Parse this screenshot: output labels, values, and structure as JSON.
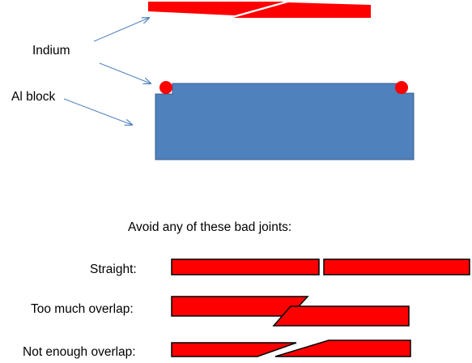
{
  "labels": {
    "indium": "Indium",
    "al_block": "Al block",
    "heading": "Avoid any of these bad joints:",
    "straight": "Straight:",
    "too_much_overlap": "Too much overlap:",
    "not_enough_overlap": "Not enough overlap:"
  },
  "colors": {
    "indium": "#ff0000",
    "outline": "#000000",
    "block_fill": "#4f81bd",
    "block_stroke": "#385d8a",
    "arrow": "#4f81bd",
    "text": "#000000",
    "background": "#ffffff"
  }
}
